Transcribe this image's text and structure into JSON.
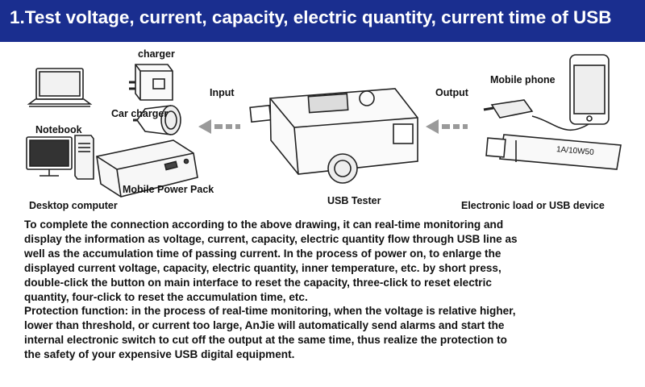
{
  "banner": {
    "title": "1.Test voltage, current, capacity, electric quantity, current time of USB"
  },
  "diagram": {
    "labels": {
      "charger": "charger",
      "car_charger": "Car charger",
      "notebook": "Notebook",
      "mobile_power_pack": "Mobile Power Pack",
      "desktop_computer": "Desktop computer",
      "input": "Input",
      "usb_tester": "USB Tester",
      "output": "Output",
      "mobile_phone": "Mobile phone",
      "electronic_load": "Electronic load or USB device",
      "load_rating": "1A/10W50"
    },
    "accent_color": "#1a2e8f"
  },
  "body": {
    "lines": [
      "To complete the connection according to the above drawing, it can real-time monitoring and",
      "display the information as voltage, current, capacity, electric quantity flow through USB line as",
      "well as the accumulation time of passing current. In the process of power on, to enlarge the",
      "displayed current voltage, capacity, electric quantity, inner temperature, etc. by short press,",
      "double-click the button on main interface to reset the capacity, three-click to reset electric",
      "quantity, four-click to reset the accumulation time, etc.",
      "Protection function: in the process of real-time monitoring, when the voltage is relative higher,",
      "lower than threshold, or current too large, AnJie will automatically send alarms and start the",
      "internal electronic switch to cut off the output at the same time, thus realize the protection to",
      "the safety of your expensive USB digital equipment."
    ]
  }
}
